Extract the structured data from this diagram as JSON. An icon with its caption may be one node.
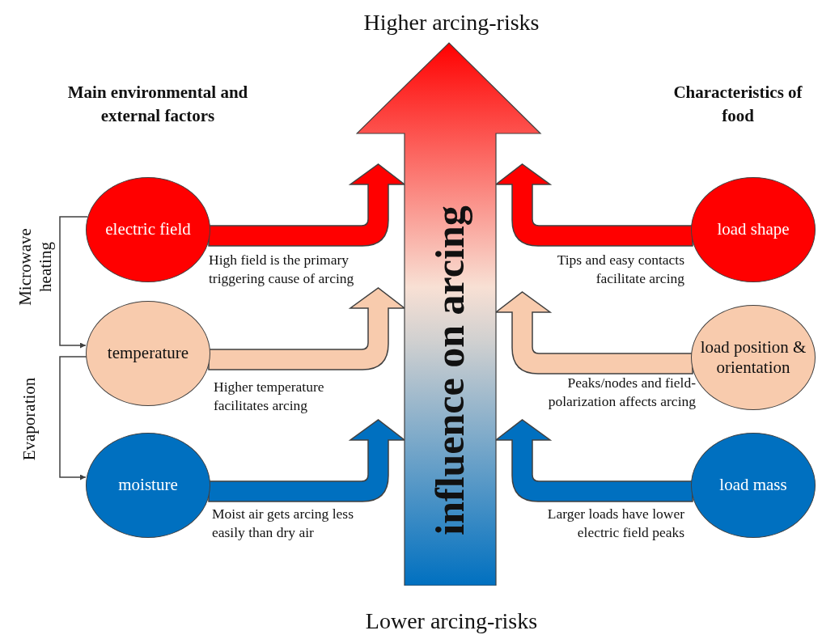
{
  "diagram": {
    "nodes": [
      {
        "text": [
          "influence on arcing"
        ],
        "beside": [
          "Higher arcing-risks",
          "Lower arcing-risks"
        ]
      },
      {
        "text": [
          "electric field"
        ]
      },
      {
        "text": [
          "temperature"
        ]
      },
      {
        "text": [
          "moisture"
        ]
      },
      {
        "text": [
          "load shape"
        ]
      },
      {
        "text": [
          "load position & orientation"
        ]
      },
      {
        "text": [
          "load mass"
        ]
      }
    ],
    "edges": [
      {
        "from": 1,
        "to": 0,
        "arrow": "to",
        "style": "thick",
        "color": "#ff0000",
        "label": "High field is the primary triggering cause of arcing"
      },
      {
        "from": 2,
        "to": 0,
        "arrow": "to",
        "style": "thick",
        "color": "#f8cbad",
        "label": "Higher temperature facilitates arcing"
      },
      {
        "from": 3,
        "to": 0,
        "arrow": "to",
        "style": "thick",
        "color": "#0070c0",
        "label": "Moist air gets arcing less easily than dry air"
      },
      {
        "from": 4,
        "to": 0,
        "arrow": "to",
        "style": "thick",
        "color": "#ff0000",
        "label": "Tips and easy contacts facilitate arcing"
      },
      {
        "from": 5,
        "to": 0,
        "arrow": "to",
        "style": "thick",
        "color": "#f8cbad",
        "label": "Peaks/nodes and field-polarization affects arcing"
      },
      {
        "from": 6,
        "to": 0,
        "arrow": "to",
        "style": "thick",
        "color": "#0070c0",
        "label": "Larger loads have lower electric field peaks"
      },
      {
        "from": 1,
        "to": 2,
        "arrow": "to",
        "label": "Microwave heating"
      },
      {
        "from": 2,
        "to": 3,
        "arrow": "to",
        "label": "Evaporation"
      }
    ],
    "labels": [
      "Main environmental and external factors",
      "Characteristics of food"
    ]
  }
}
